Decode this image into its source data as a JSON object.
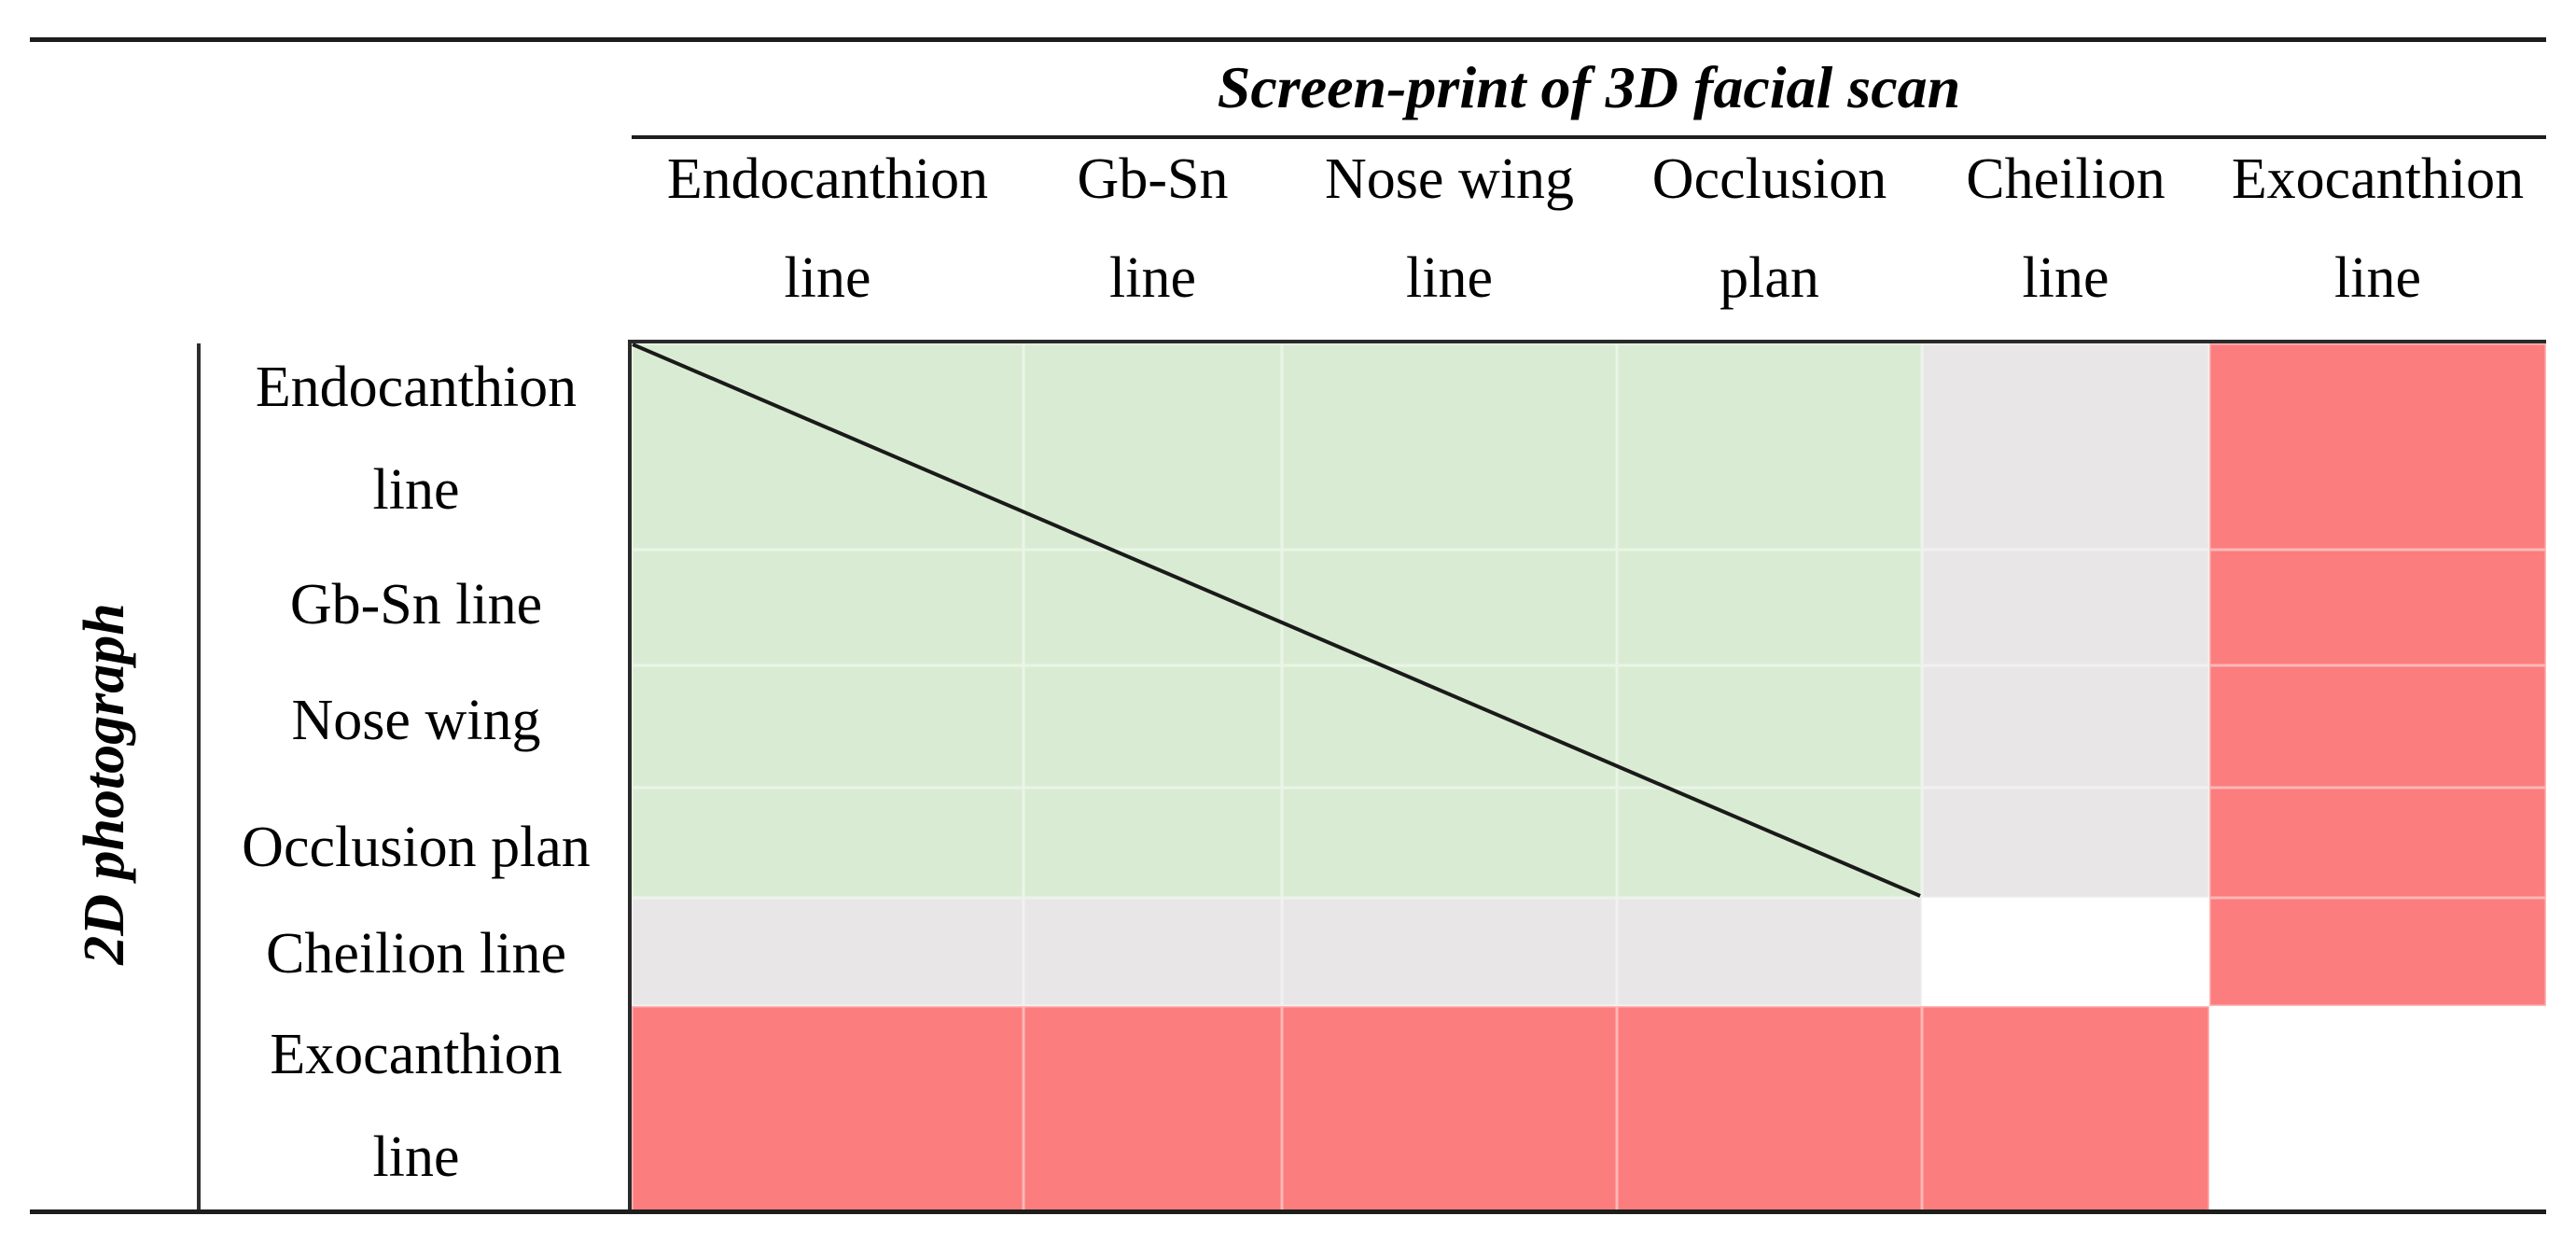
{
  "figure": {
    "top_axis_title": "Screen-print of 3D facial scan",
    "left_axis_title": "2D photograph",
    "columns": [
      {
        "l1": "Endocanthion",
        "l2": "line"
      },
      {
        "l1": "Gb-Sn",
        "l2": "line"
      },
      {
        "l1": "Nose wing",
        "l2": "line"
      },
      {
        "l1": "Occlusion",
        "l2": "plan"
      },
      {
        "l1": "Cheilion",
        "l2": "line"
      },
      {
        "l1": "Exocanthion",
        "l2": "line"
      }
    ],
    "rows": [
      {
        "l1": "Endocanthion",
        "l2": "line"
      },
      {
        "l1": "Gb-Sn line",
        "l2": ""
      },
      {
        "l1": "Nose wing",
        "l2": ""
      },
      {
        "l1": "Occlusion plan",
        "l2": ""
      },
      {
        "l1": "Cheilion line",
        "l2": ""
      },
      {
        "l1": "Exocanthion",
        "l2": "line"
      }
    ]
  },
  "chart_data": {
    "type": "heatmap",
    "title": "Screen-print of 3D facial scan",
    "xlabel": "Screen-print of 3D facial scan",
    "ylabel": "2D photograph",
    "x_categories": [
      "Endocanthion line",
      "Gb-Sn line",
      "Nose wing line",
      "Occlusion plan",
      "Cheilion line",
      "Exocanthion line"
    ],
    "y_categories": [
      "Endocanthion line",
      "Gb-Sn line",
      "Nose wing",
      "Occlusion plan",
      "Cheilion line",
      "Exocanthion line"
    ],
    "cells": [
      [
        "green",
        "green",
        "green",
        "green",
        "gray",
        "red"
      ],
      [
        "green",
        "green",
        "green",
        "green",
        "gray",
        "red"
      ],
      [
        "green",
        "green",
        "green",
        "green",
        "gray",
        "red"
      ],
      [
        "green",
        "green",
        "green",
        "green",
        "gray",
        "red"
      ],
      [
        "gray",
        "gray",
        "gray",
        "gray",
        "white",
        "red"
      ],
      [
        "red",
        "red",
        "red",
        "red",
        "red",
        "white"
      ]
    ],
    "palette": {
      "green": "#d9ecd3",
      "gray": "#e8e6e6",
      "red": "#fb7d7d",
      "white": "#ffffff"
    },
    "diagonal_line": {
      "from_cell": [
        0,
        0
      ],
      "to_cell": [
        3,
        3
      ],
      "color": "#1a1a1a"
    },
    "grid": true,
    "legend_position": "none"
  }
}
